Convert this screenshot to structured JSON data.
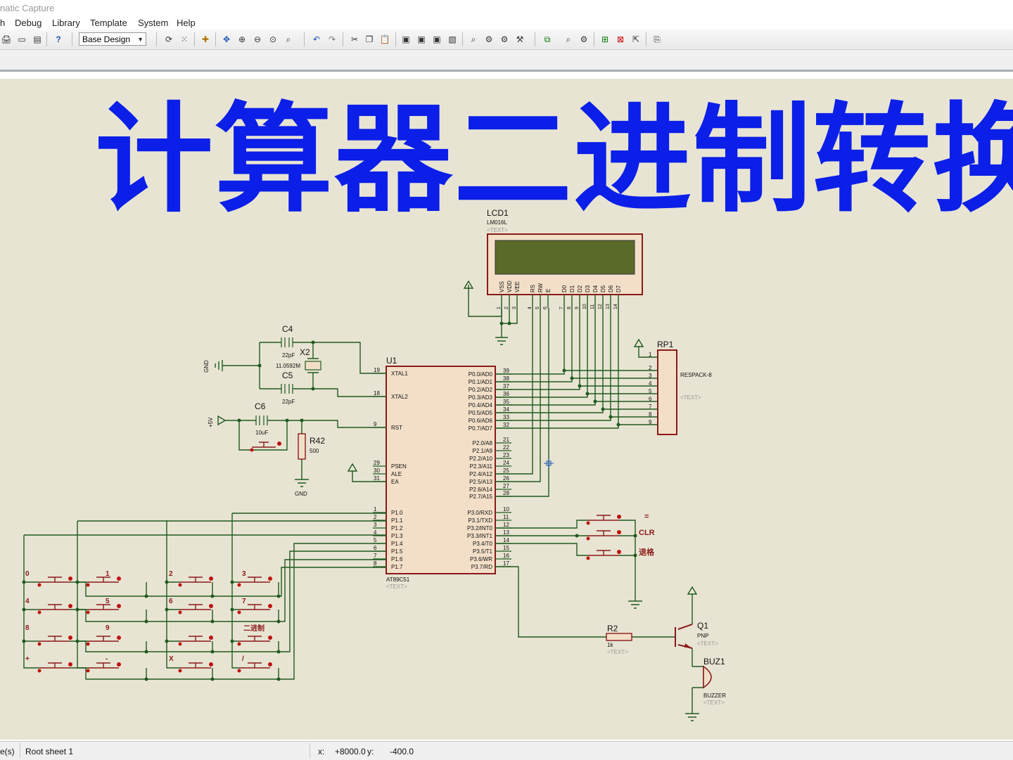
{
  "app": {
    "title_fragment": "natic Capture"
  },
  "menu": [
    "h",
    "Debug",
    "Library",
    "Template",
    "System",
    "Help"
  ],
  "toolbar": {
    "layer_select": "Base Design"
  },
  "overlay_title": "计算器二进制转换",
  "colors": {
    "canvas": "#e8e4d3",
    "wire": "#1f5a1f",
    "part": "#8b1a1a",
    "part_fill": "#f3dfc8",
    "lcd_glass": "#5a6a28",
    "title": "#0b1fe8"
  },
  "schematic": {
    "lcd": {
      "ref": "LCD1",
      "model": "LM016L",
      "text": "<TEXT>",
      "pins": [
        "VSS",
        "VDD",
        "VEE",
        "RS",
        "RW",
        "E",
        "D0",
        "D1",
        "D2",
        "D3",
        "D4",
        "D5",
        "D6",
        "D7"
      ],
      "pin_numbers": [
        "1",
        "2",
        "3",
        "4",
        "5",
        "6",
        "7",
        "8",
        "9",
        "10",
        "11",
        "12",
        "13",
        "14"
      ]
    },
    "mcu": {
      "ref": "U1",
      "model": "AT89C51",
      "text": "<TEXT>",
      "left_pins": [
        {
          "num": "19",
          "name": "XTAL1"
        },
        {
          "num": "18",
          "name": "XTAL2"
        },
        {
          "num": "9",
          "name": "RST"
        },
        {
          "num": "29",
          "name": "PSEN"
        },
        {
          "num": "30",
          "name": "ALE"
        },
        {
          "num": "31",
          "name": "EA"
        },
        {
          "num": "1",
          "name": "P1.0"
        },
        {
          "num": "2",
          "name": "P1.1"
        },
        {
          "num": "3",
          "name": "P1.2"
        },
        {
          "num": "4",
          "name": "P1.3"
        },
        {
          "num": "5",
          "name": "P1.4"
        },
        {
          "num": "6",
          "name": "P1.5"
        },
        {
          "num": "7",
          "name": "P1.6"
        },
        {
          "num": "8",
          "name": "P1.7"
        }
      ],
      "right_pins": [
        {
          "num": "39",
          "name": "P0.0/AD0"
        },
        {
          "num": "38",
          "name": "P0.1/AD1"
        },
        {
          "num": "37",
          "name": "P0.2/AD2"
        },
        {
          "num": "36",
          "name": "P0.3/AD3"
        },
        {
          "num": "35",
          "name": "P0.4/AD4"
        },
        {
          "num": "34",
          "name": "P0.5/AD5"
        },
        {
          "num": "33",
          "name": "P0.6/AD6"
        },
        {
          "num": "32",
          "name": "P0.7/AD7"
        },
        {
          "num": "21",
          "name": "P2.0/A8"
        },
        {
          "num": "22",
          "name": "P2.1/A9"
        },
        {
          "num": "23",
          "name": "P2.2/A10"
        },
        {
          "num": "24",
          "name": "P2.3/A11"
        },
        {
          "num": "25",
          "name": "P2.4/A12"
        },
        {
          "num": "26",
          "name": "P2.5/A13"
        },
        {
          "num": "27",
          "name": "P2.6/A14"
        },
        {
          "num": "28",
          "name": "P2.7/A15"
        },
        {
          "num": "10",
          "name": "P3.0/RXD"
        },
        {
          "num": "11",
          "name": "P3.1/TXD"
        },
        {
          "num": "12",
          "name": "P3.2/INT0"
        },
        {
          "num": "13",
          "name": "P3.3/INT1"
        },
        {
          "num": "14",
          "name": "P3.4/T0"
        },
        {
          "num": "15",
          "name": "P3.5/T1"
        },
        {
          "num": "16",
          "name": "P3.6/WR"
        },
        {
          "num": "17",
          "name": "P3.7/RD"
        }
      ]
    },
    "rp1": {
      "ref": "RP1",
      "model": "RESPACK-8",
      "text": "<TEXT>",
      "pins": [
        "1",
        "2",
        "3",
        "4",
        "5",
        "6",
        "7",
        "8",
        "9"
      ]
    },
    "c4": {
      "ref": "C4",
      "value": "22pF"
    },
    "c5": {
      "ref": "C5",
      "value": "22pF"
    },
    "c6": {
      "ref": "C6",
      "value": "10uF"
    },
    "x2": {
      "ref": "X2",
      "value": "11.0592M"
    },
    "r42": {
      "ref": "R42",
      "value": "500"
    },
    "r2": {
      "ref": "R2",
      "value": "1k",
      "text": "<TEXT>"
    },
    "q1": {
      "ref": "Q1",
      "value": "PNP",
      "text": "<TEXT>"
    },
    "buz1": {
      "ref": "BUZ1",
      "value": "BUZZER",
      "text": "<TEXT>"
    },
    "gnd_label": "GND",
    "vcc_label": "+5V",
    "key_labels": [
      "0",
      "1",
      "2",
      "3",
      "4",
      "5",
      "6",
      "7",
      "8",
      "9",
      "二进制",
      "",
      "+",
      "-",
      "X",
      "/"
    ],
    "side_key_labels": [
      "=",
      "CLR",
      "退格"
    ]
  },
  "status": {
    "left": "e(s)",
    "sheet": "Root sheet 1",
    "x_label": "x:",
    "x_value": "+8000.0",
    "y_label": "y:",
    "y_value": "-400.0"
  }
}
